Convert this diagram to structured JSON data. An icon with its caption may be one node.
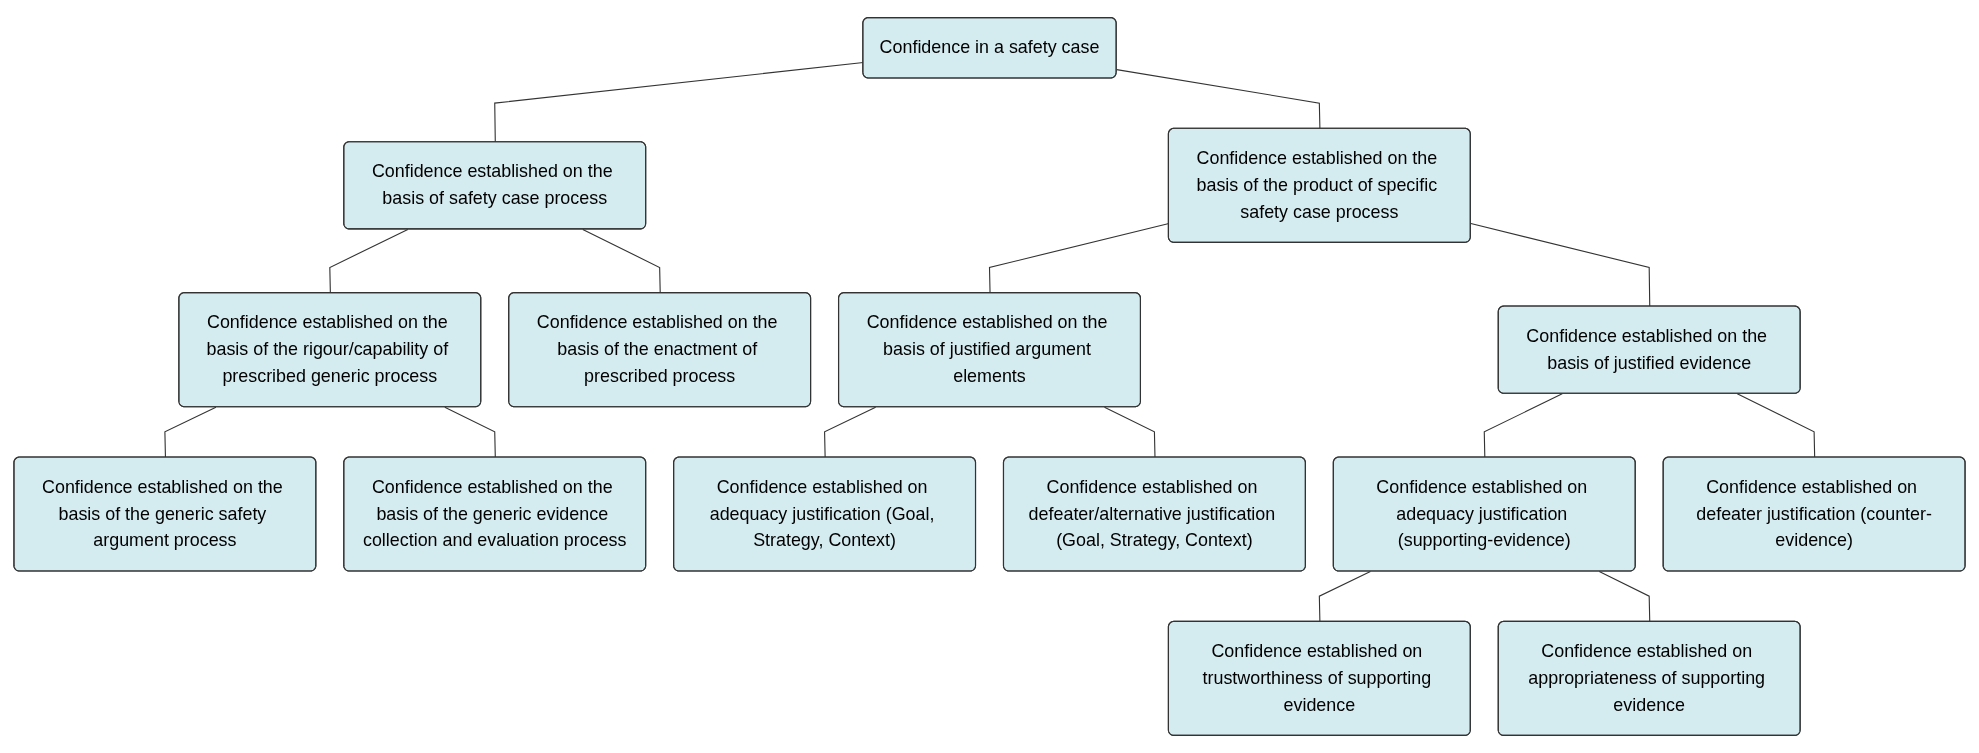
{
  "diagram": {
    "nodes": [
      {
        "text": [
          "Confidence in a safety case"
        ]
      },
      {
        "text": [
          "Confidence established on the basis of safety case process"
        ]
      },
      {
        "text": [
          "Confidence established on the basis of the product of specific safety case process"
        ]
      },
      {
        "text": [
          "Confidence established on the basis of the rigour/capability of prescribed generic process"
        ]
      },
      {
        "text": [
          "Confidence established on the basis of the enactment of prescribed process"
        ]
      },
      {
        "text": [
          "Confidence established on the basis of justified argument elements"
        ]
      },
      {
        "text": [
          "Confidence established on the basis of justified evidence"
        ]
      },
      {
        "text": [
          "Confidence established on the basis of the generic safety argument process"
        ]
      },
      {
        "text": [
          "Confidence established on the basis of the generic evidence collection and evaluation process"
        ]
      },
      {
        "text": [
          "Confidence established on adequacy justification (Goal, Strategy, Context)"
        ]
      },
      {
        "text": [
          "Confidence established on defeater/alternative justification (Goal, Strategy, Context)"
        ]
      },
      {
        "text": [
          "Confidence established on adequacy justification (supporting-evidence)"
        ]
      },
      {
        "text": [
          "Confidence established on defeater justification (counter-evidence)"
        ]
      },
      {
        "text": [
          "Confidence established on trustworthiness of supporting evidence"
        ]
      },
      {
        "text": [
          "Confidence established on appropriateness of supporting evidence"
        ]
      }
    ],
    "edges": [
      {
        "from": 0,
        "to": 1,
        "arrow": "none"
      },
      {
        "from": 0,
        "to": 2,
        "arrow": "none"
      },
      {
        "from": 1,
        "to": 3,
        "arrow": "none"
      },
      {
        "from": 1,
        "to": 4,
        "arrow": "none"
      },
      {
        "from": 2,
        "to": 5,
        "arrow": "none"
      },
      {
        "from": 2,
        "to": 6,
        "arrow": "none"
      },
      {
        "from": 3,
        "to": 7,
        "arrow": "none"
      },
      {
        "from": 3,
        "to": 8,
        "arrow": "none"
      },
      {
        "from": 5,
        "to": 9,
        "arrow": "none"
      },
      {
        "from": 5,
        "to": 10,
        "arrow": "none"
      },
      {
        "from": 6,
        "to": 11,
        "arrow": "none"
      },
      {
        "from": 6,
        "to": 12,
        "arrow": "none"
      },
      {
        "from": 11,
        "to": 13,
        "arrow": "none"
      },
      {
        "from": 11,
        "to": 14,
        "arrow": "none"
      }
    ]
  }
}
